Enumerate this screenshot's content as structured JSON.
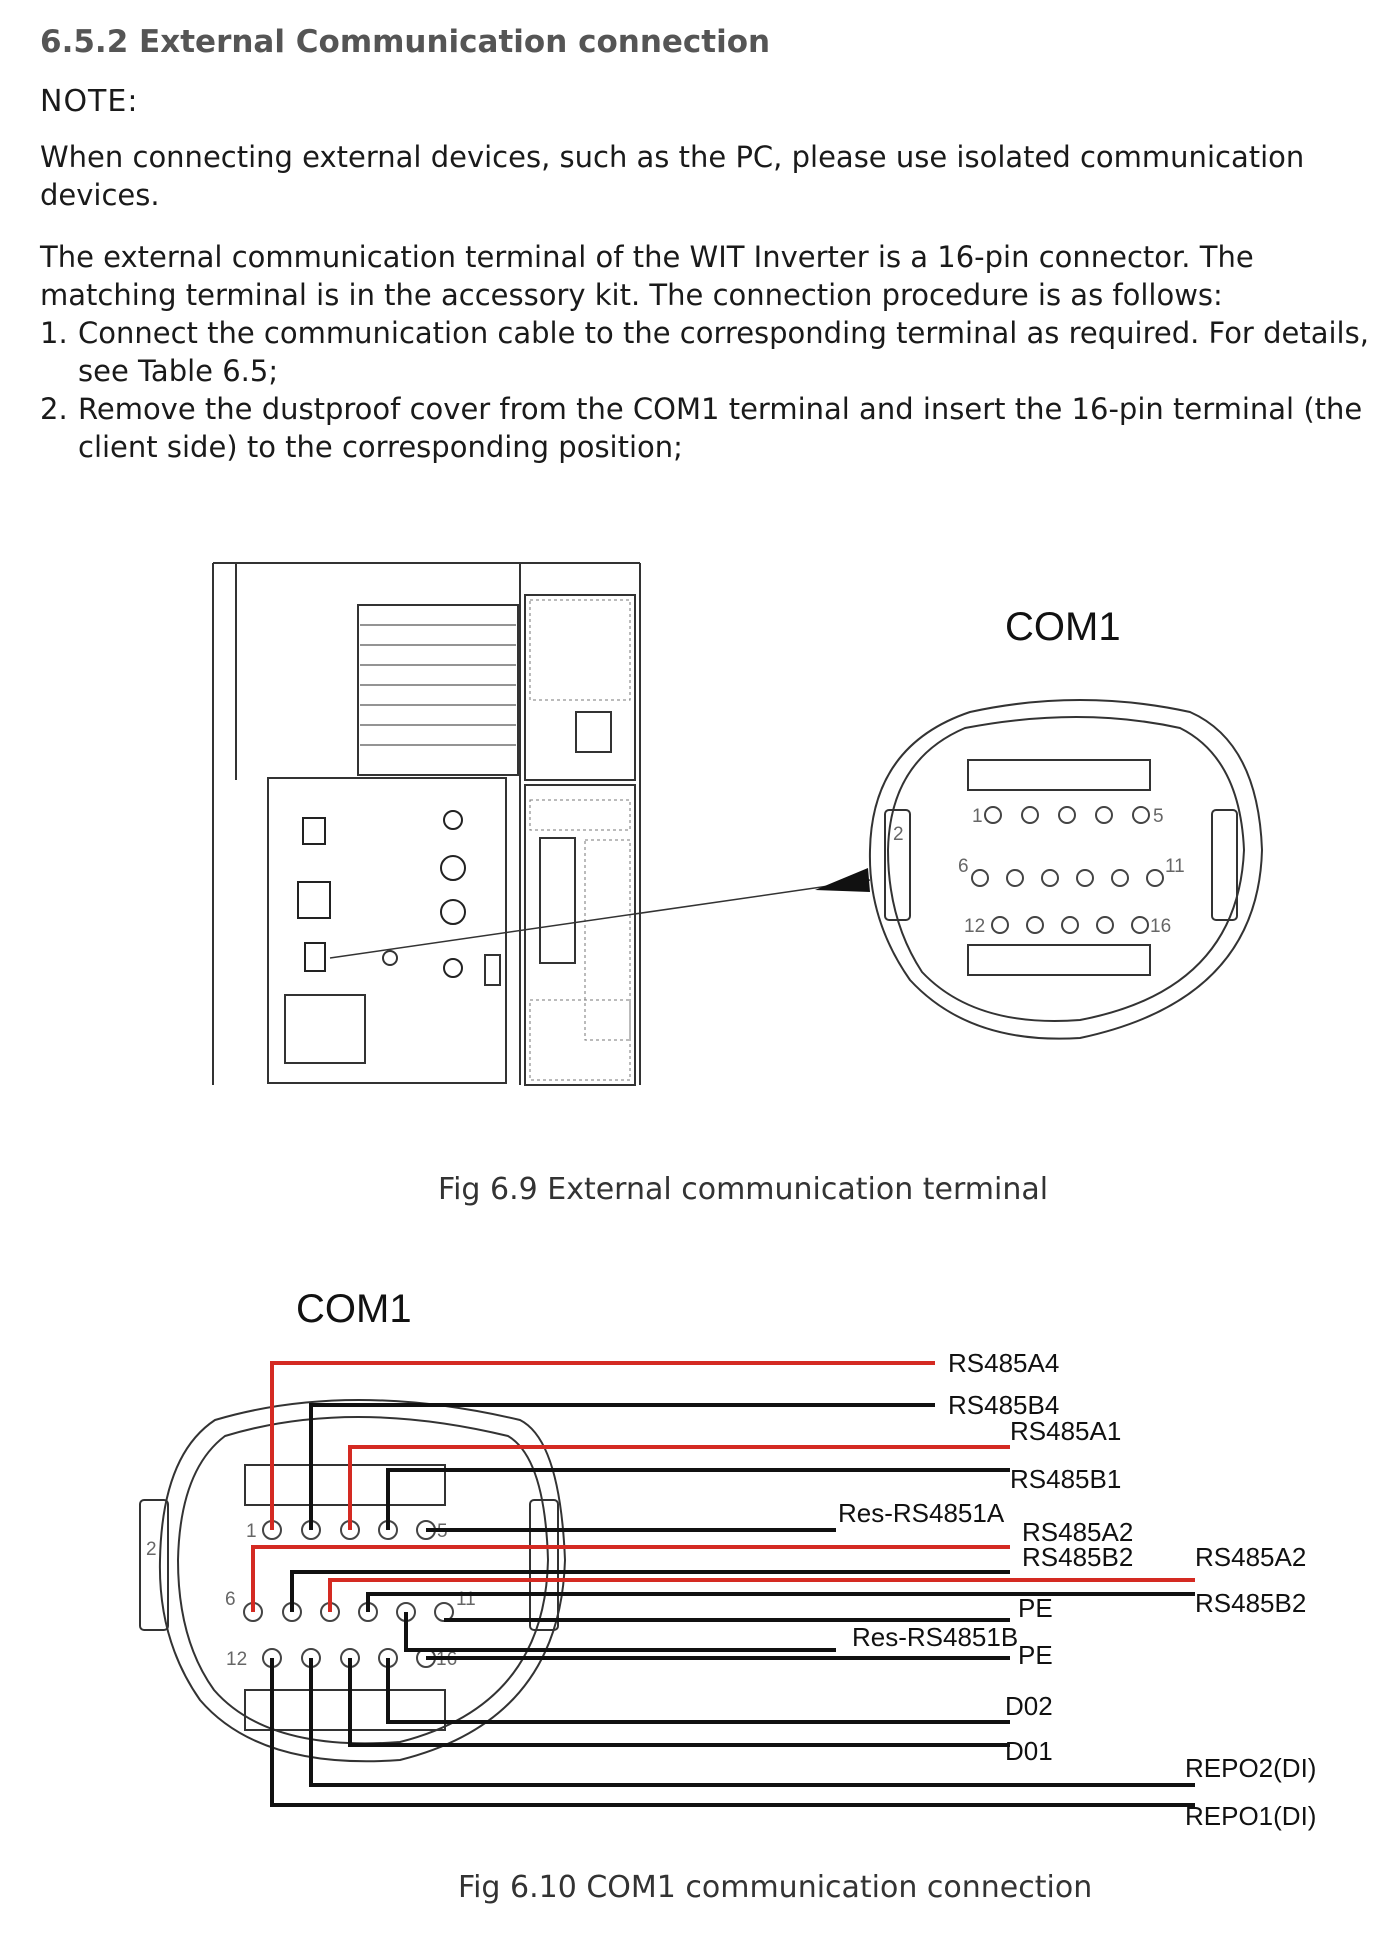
{
  "section": {
    "heading": "6.5.2 External Communication connection",
    "note_label": "NOTE:",
    "note_text": "When connecting external devices, such as the PC, please use isolated communication devices.",
    "intro": "The external communication terminal of the WIT Inverter is a 16-pin connector. The matching terminal is in the accessory kit. The connection procedure is as follows:",
    "steps": [
      {
        "num": "1.",
        "text": "Connect the communication cable to the corresponding terminal as required. For details, see Table 6.5;"
      },
      {
        "num": "2.",
        "text": "Remove the dustproof cover from the COM1 terminal and insert the 16-pin terminal (the client side) to the corresponding position;"
      }
    ]
  },
  "figure1": {
    "title": "COM1",
    "pins": {
      "p1": "1",
      "p5": "5",
      "p6": "6",
      "p11": "11",
      "p12": "12",
      "p16": "16",
      "side": "2"
    },
    "caption": "Fig 6.9 External communication terminal"
  },
  "figure2": {
    "title": "COM1",
    "pins": {
      "p1": "1",
      "p5": "5",
      "p6": "6",
      "p11": "11",
      "p12": "12",
      "p16": "16",
      "side": "2"
    },
    "labels": [
      "RS485A4",
      "RS485B4",
      "RS485A1",
      "RS485B1",
      "Res-RS4851A",
      "RS485A2",
      "RS485B2",
      "RS485A2",
      "RS485B2",
      "PE",
      "Res-RS4851B",
      "PE",
      "D02",
      "D01",
      "REPO2(DI)",
      "REPO1(DI)"
    ],
    "caption": "Fig 6.10 COM1 communication connection"
  },
  "colors": {
    "red_wire": "#d42a22",
    "black_wire": "#111111",
    "line_gray": "#444444"
  }
}
